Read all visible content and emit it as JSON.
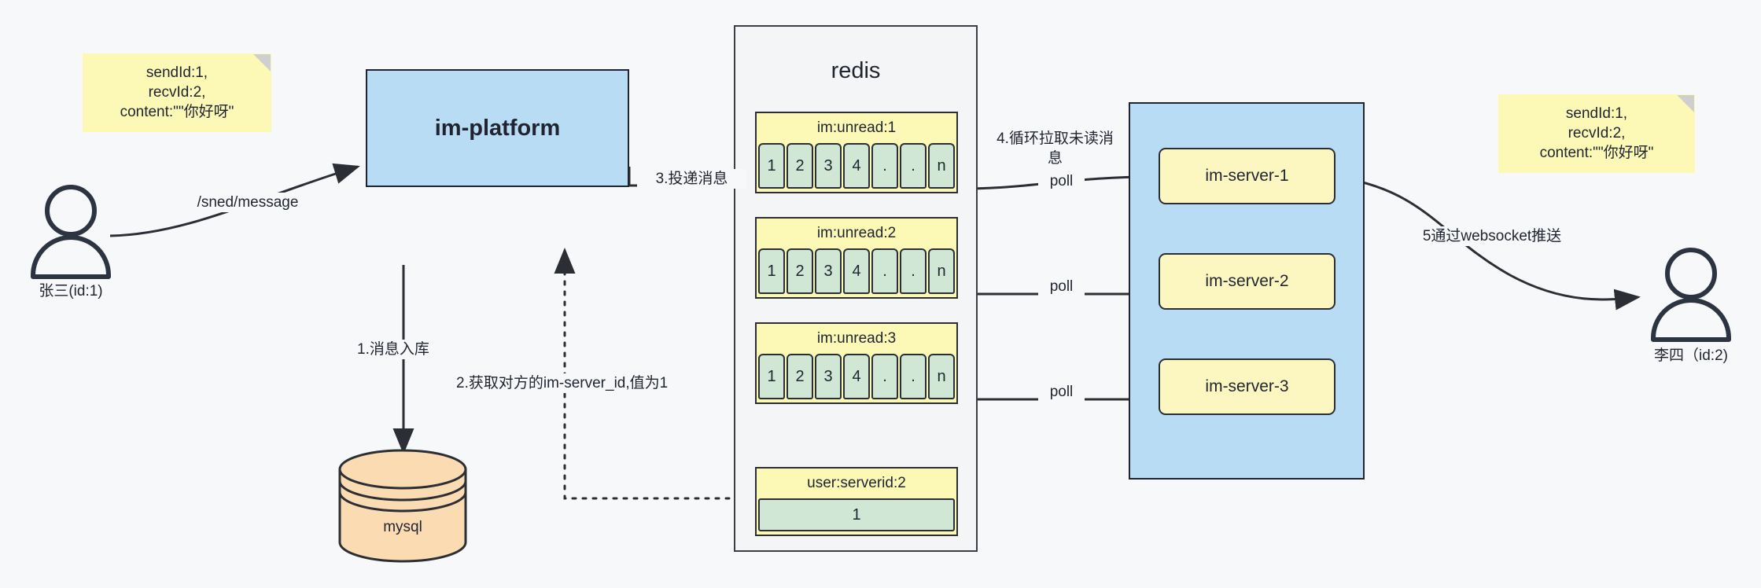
{
  "diagram": {
    "title": "IM message delivery architecture",
    "colors": {
      "background": "#f7f8f9",
      "note_yellow": "#fcf8b6",
      "process_blue": "#b9dcf5",
      "key_green": "#cfe7d4",
      "server_yellow": "#fcf7c0",
      "db_orange": "#fbdcb2",
      "stroke": "#1f2430"
    },
    "actors": [
      {
        "id": "sender",
        "icon": "user-icon",
        "label": "张三(id:1)"
      },
      {
        "id": "receiver",
        "icon": "user-icon",
        "label": "李四（id:2)"
      }
    ],
    "notes": [
      {
        "id": "note-left",
        "text": "sendId:1,\nrecvId:2,\ncontent:\"\"你好呀\""
      },
      {
        "id": "note-right",
        "text": "sendId:1,\nrecvId:2,\ncontent:\"\"你好呀\""
      }
    ],
    "nodes": {
      "platform": {
        "label": "im-platform"
      },
      "database": {
        "label": "mysql",
        "shape": "cylinder"
      },
      "redis": {
        "label": "redis"
      },
      "server_group": {
        "label": ""
      },
      "servers": [
        {
          "label": "im-server-1"
        },
        {
          "label": "im-server-2"
        },
        {
          "label": "im-server-3"
        }
      ]
    },
    "redis_keys": [
      {
        "name": "im:unread:1",
        "cells": [
          "1",
          "2",
          "3",
          "4",
          ".",
          ".",
          "n"
        ]
      },
      {
        "name": "im:unread:2",
        "cells": [
          "1",
          "2",
          "3",
          "4",
          ".",
          ".",
          "n"
        ]
      },
      {
        "name": "im:unread:3",
        "cells": [
          "1",
          "2",
          "3",
          "4",
          ".",
          ".",
          "n"
        ]
      }
    ],
    "redis_kv": {
      "name": "user:serverid:2",
      "value": "1"
    },
    "edge_labels": {
      "send_message": "/sned/message",
      "step1": "1.消息入库",
      "step2": "2.获取对方的im-server_id,值为1",
      "step3": "3.投递消息",
      "step4": "4.循环拉取未读消\n息",
      "step5": "5通过websocket推送",
      "poll_1": "poll",
      "poll_2": "poll",
      "poll_3": "poll"
    }
  }
}
